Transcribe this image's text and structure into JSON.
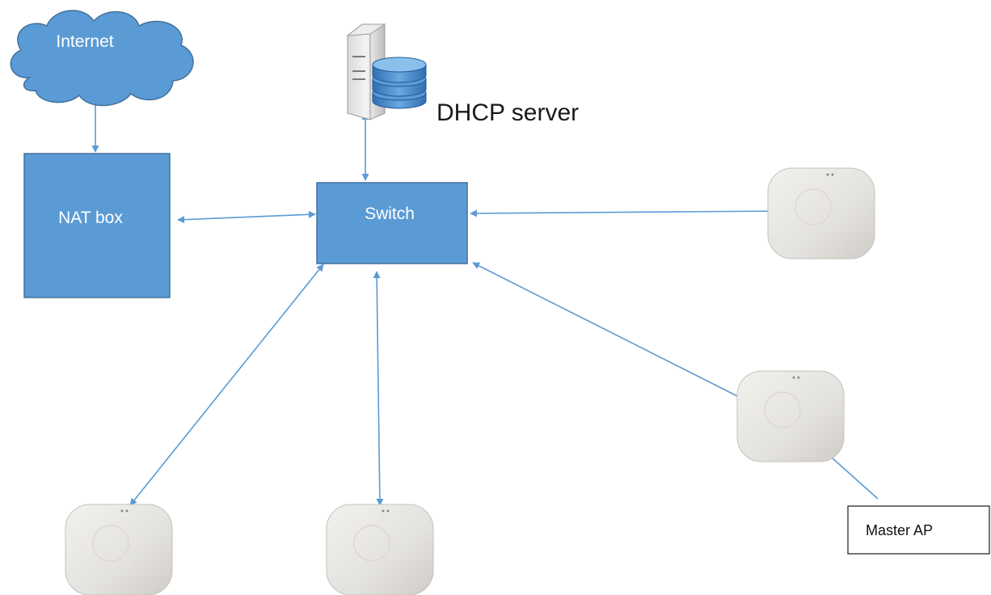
{
  "colors": {
    "node_fill": "#5b9bd5",
    "node_border": "#41719c",
    "connector": "#5b9bd5",
    "cloud_fill": "#5b9bd5",
    "ap_body": "#e9e7e3"
  },
  "nodes": {
    "internet": {
      "label": "Internet",
      "icon": "cloud-icon"
    },
    "nat_box": {
      "label": "NAT box"
    },
    "switch": {
      "label": "Switch"
    },
    "dhcp_server": {
      "label": "DHCP server",
      "icon": "server-database-icon"
    },
    "access_points": [
      {
        "icon": "access-point-icon"
      },
      {
        "icon": "access-point-icon"
      },
      {
        "icon": "access-point-icon"
      },
      {
        "icon": "access-point-icon"
      }
    ],
    "master_ap_note": {
      "label": "Master AP"
    }
  }
}
